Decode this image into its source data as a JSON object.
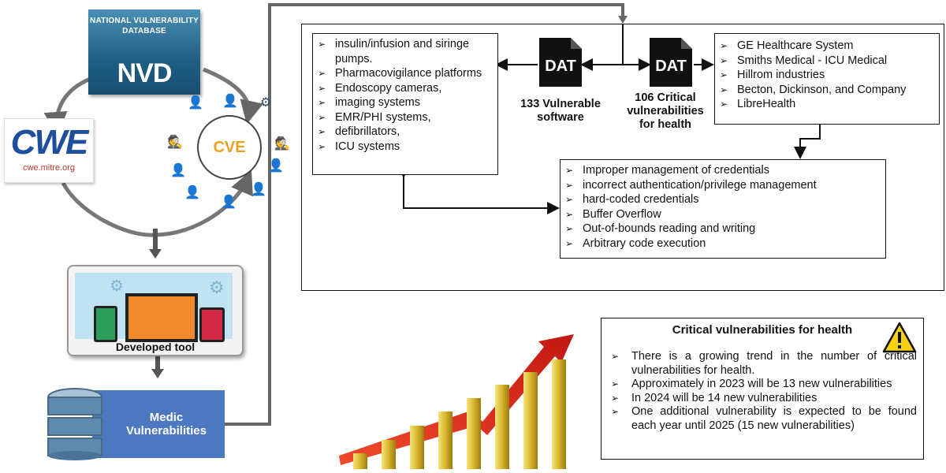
{
  "nvd": {
    "title": "NATIONAL VULNERABILITY DATABASE",
    "logo": "NVD"
  },
  "cwe": {
    "logo": "CWE",
    "url": "cwe.mitre.org"
  },
  "cve": {
    "logo": "CVE"
  },
  "tool": {
    "label": "Developed tool"
  },
  "medic": {
    "label": "Medic Vulnerabilities"
  },
  "dat_left": {
    "icon_text": "DAT",
    "label": "133 Vulnerable software"
  },
  "dat_right": {
    "icon_text": "DAT",
    "label": "106 Critical vulnerabilities for health"
  },
  "devices": [
    "insulin/infusion and siringe pumps.",
    "Pharmacovigilance platforms",
    "Endoscopy cameras,",
    "imaging systems",
    "EMR/PHI systems,",
    "defibrillators,",
    "ICU systems"
  ],
  "vendors": [
    "GE Healthcare System",
    "Smiths Medical - ICU Medical",
    "Hillrom industries",
    "Becton, Dickinson, and Company",
    "LibreHealth"
  ],
  "weaknesses": [
    "Improper management of credentials",
    "incorrect authentication/privilege management",
    "hard-coded credentials",
    "Buffer Overflow",
    "Out-of-bounds reading and writing",
    "Arbitrary code execution"
  ],
  "summary": {
    "title": "Critical vulnerabilities for health",
    "warning_icon": "warning-triangle-icon",
    "items": [
      "There is a growing trend in the number of critical vulnerabilities for health.",
      "Approximately in 2023 will be 13 new vulnerabilities",
      "In 2024 will be 14 new vulnerabilities",
      "One additional vulnerability is expected to be found each year until 2025 (15 new vulnerabilities)"
    ]
  },
  "colors": {
    "nvd_blue": "#1f5e85",
    "medic_blue": "#4b78c0",
    "cve_orange": "#f0a020",
    "arrow_red": "#d9241c",
    "bar_gold": "#d8b62c",
    "connector_gray": "#666666"
  }
}
